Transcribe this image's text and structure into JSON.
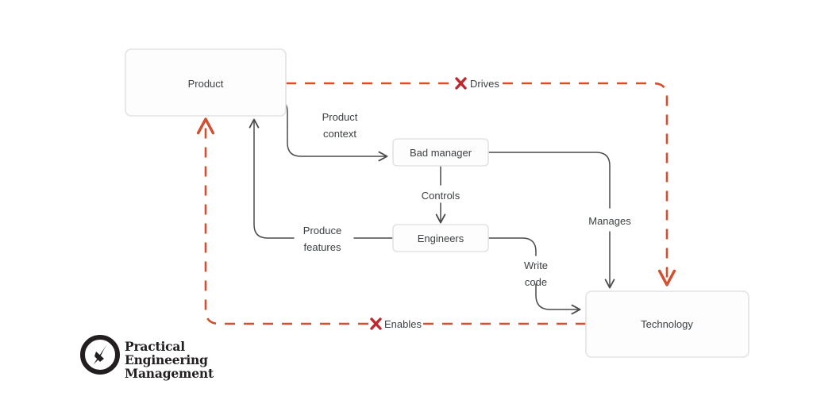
{
  "diagram": {
    "title": "Bad manager control flow diagram",
    "background": "#ffffff",
    "colors": {
      "node_border": "#e0e0e0",
      "node_fill": "#fdfdfd",
      "node_text": "#3c4043",
      "solid_edge": "#4a4a4a",
      "dashed_edge": "#d1502f",
      "cross_marker": "#c0272d",
      "logo": "#231f20"
    },
    "nodes": [
      {
        "id": "product",
        "label": "Product"
      },
      {
        "id": "bad-manager",
        "label": "Bad manager"
      },
      {
        "id": "engineers",
        "label": "Engineers"
      },
      {
        "id": "technology",
        "label": "Technology"
      }
    ],
    "edges": [
      {
        "id": "product-context",
        "label": "Product context",
        "label_line1": "Product",
        "label_line2": "context",
        "from": "product",
        "to": "bad-manager",
        "style": "solid",
        "arrow": true
      },
      {
        "id": "controls",
        "label": "Controls",
        "from": "bad-manager",
        "to": "engineers",
        "style": "solid",
        "arrow": true
      },
      {
        "id": "manages",
        "label": "Manages",
        "from": "bad-manager",
        "to": "technology",
        "style": "solid",
        "arrow": true
      },
      {
        "id": "produce-features",
        "label": "Produce features",
        "label_line1": "Produce",
        "label_line2": "features",
        "from": "engineers",
        "to": "product",
        "style": "solid",
        "arrow": true
      },
      {
        "id": "write-code",
        "label": "Write code",
        "label_line1": "Write",
        "label_line2": "code",
        "from": "engineers",
        "to": "technology",
        "style": "solid",
        "arrow": true
      },
      {
        "id": "drives",
        "label": "Drives",
        "from": "product",
        "to": "technology",
        "style": "dashed",
        "arrow": true,
        "blocked": true,
        "marker": "x-cross"
      },
      {
        "id": "enables",
        "label": "Enables",
        "from": "technology",
        "to": "product",
        "style": "dashed",
        "arrow": true,
        "blocked": true,
        "marker": "x-cross"
      }
    ]
  },
  "logo": {
    "icon": "compass-icon",
    "line1": "Practical",
    "line2": "Engineering",
    "line3": "Management"
  }
}
